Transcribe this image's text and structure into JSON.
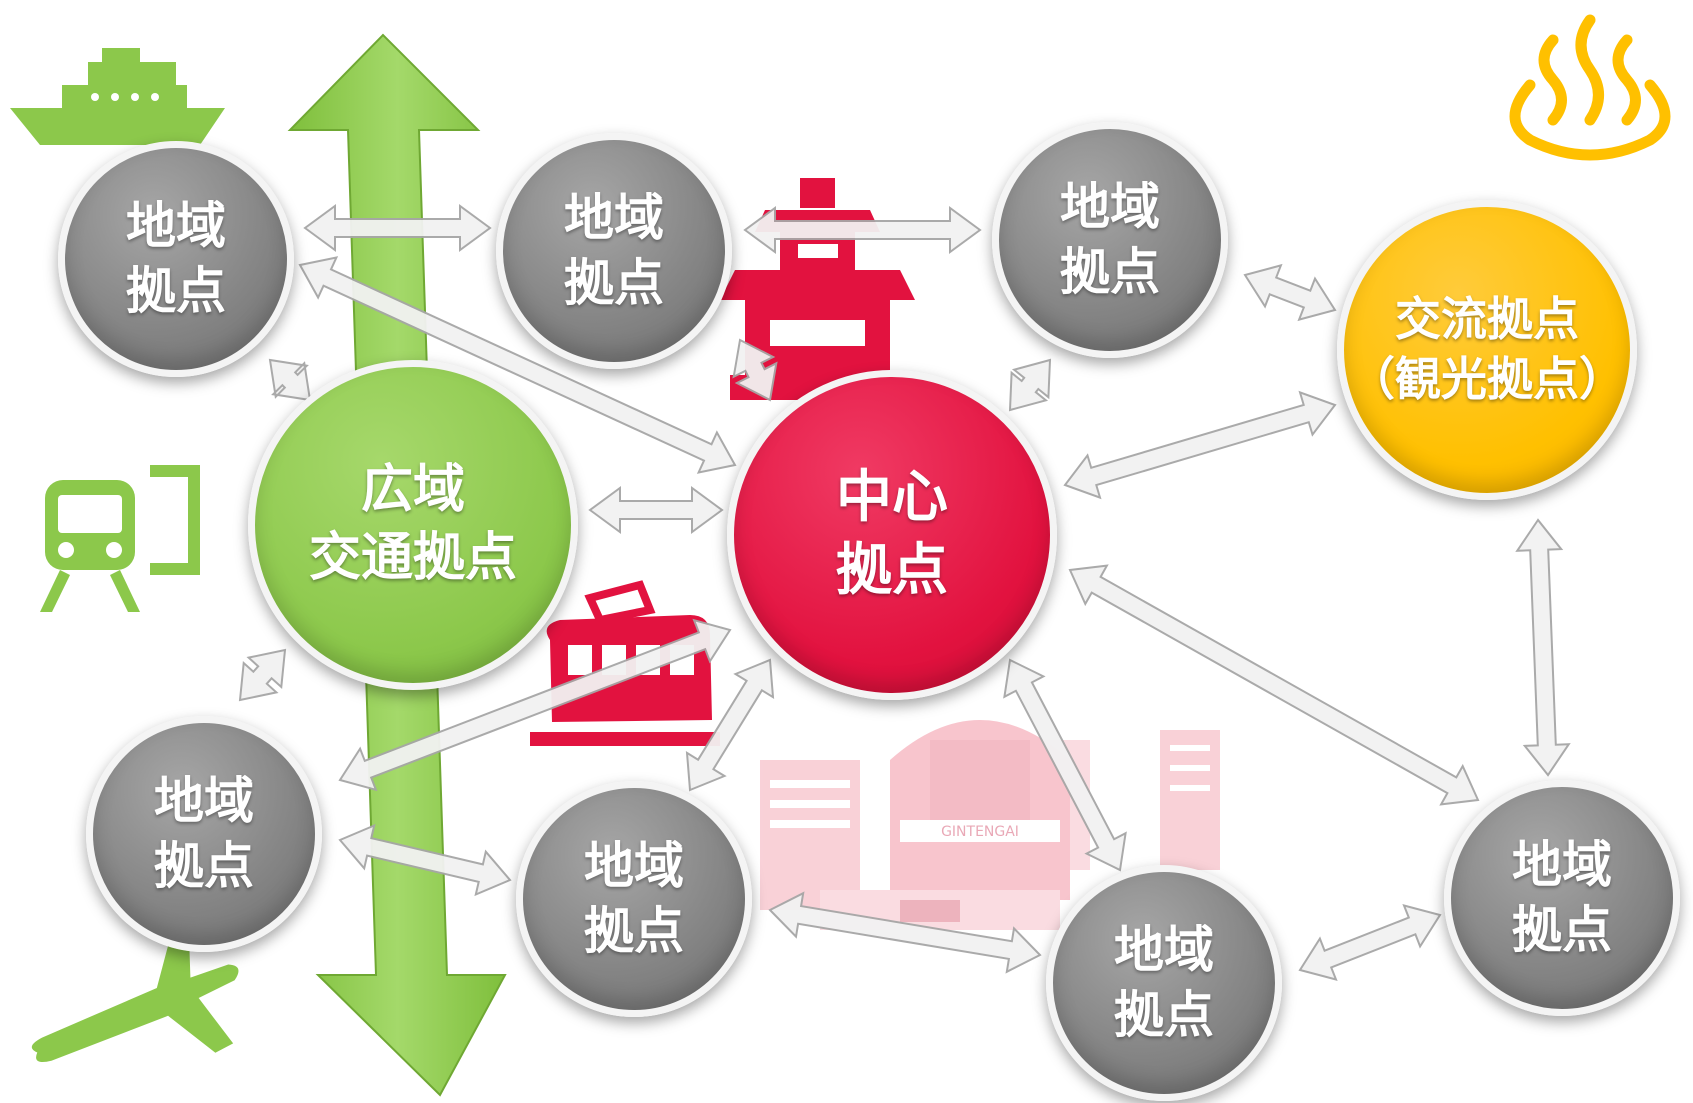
{
  "nodes": {
    "local_1": {
      "line1": "地域",
      "line2": "拠点"
    },
    "local_2": {
      "line1": "地域",
      "line2": "拠点"
    },
    "local_3": {
      "line1": "地域",
      "line2": "拠点"
    },
    "local_4": {
      "line1": "地域",
      "line2": "拠点"
    },
    "local_5": {
      "line1": "地域",
      "line2": "拠点"
    },
    "local_6": {
      "line1": "地域",
      "line2": "拠点"
    },
    "local_7": {
      "line1": "地域",
      "line2": "拠点"
    },
    "center": {
      "line1": "中心",
      "line2": "拠点"
    },
    "transit": {
      "line1": "広域",
      "line2": "交通拠点"
    },
    "tourism": {
      "line1": "交流拠点",
      "line2": "（観光拠点）"
    }
  },
  "building_sign": "GINTENGAI",
  "icons": [
    "ship-icon",
    "train-icon",
    "airplane-icon",
    "hot-spring-icon",
    "castle-icon",
    "tram-icon",
    "shopping-street-icon"
  ],
  "colors": {
    "local": "#7f7f7f",
    "center": "#e2123f",
    "transit": "#8cc84b",
    "tourism": "#ffc000",
    "arrow_fill": "#f2f2f2",
    "arrow_stroke": "#a6a6a6"
  }
}
